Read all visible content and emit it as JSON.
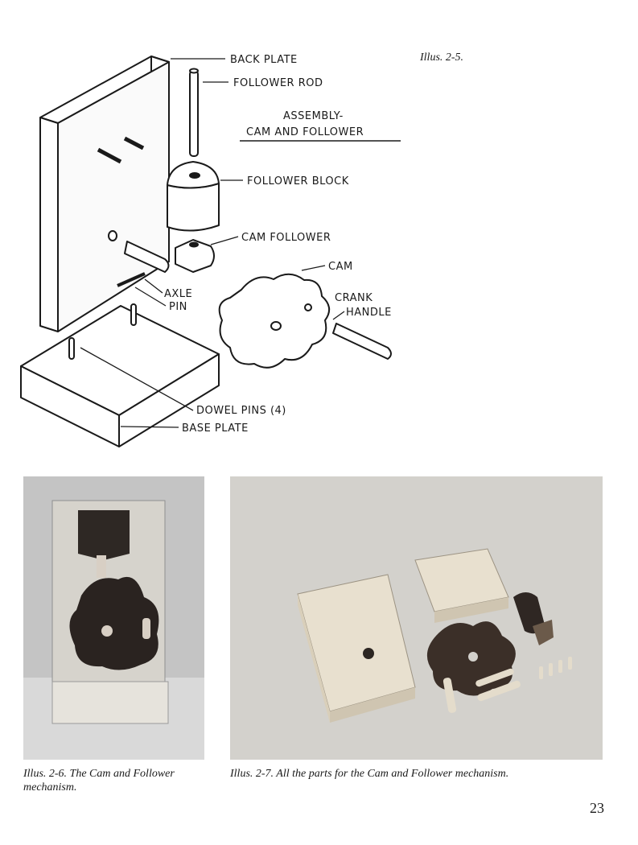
{
  "diagram": {
    "illus_label": "Illus. 2-5.",
    "title_line1": "ASSEMBLY-",
    "title_line2": "CAM AND FOLLOWER",
    "labels": {
      "back_plate": "BACK PLATE",
      "follower_rod": "FOLLOWER ROD",
      "follower_block": "FOLLOWER BLOCK",
      "cam_follower": "CAM FOLLOWER",
      "cam": "CAM",
      "crank": "CRANK",
      "handle": "HANDLE",
      "axle": "AXLE",
      "pin": "PIN",
      "dowel_pins": "DOWEL PINS (4)",
      "base_plate": "BASE PLATE"
    }
  },
  "photos": [
    {
      "caption": "Illus. 2-6. The Cam and Follower mechanism."
    },
    {
      "caption": "Illus. 2-7. All the parts for the Cam and Follower mechanism."
    }
  ],
  "page_number": "23"
}
